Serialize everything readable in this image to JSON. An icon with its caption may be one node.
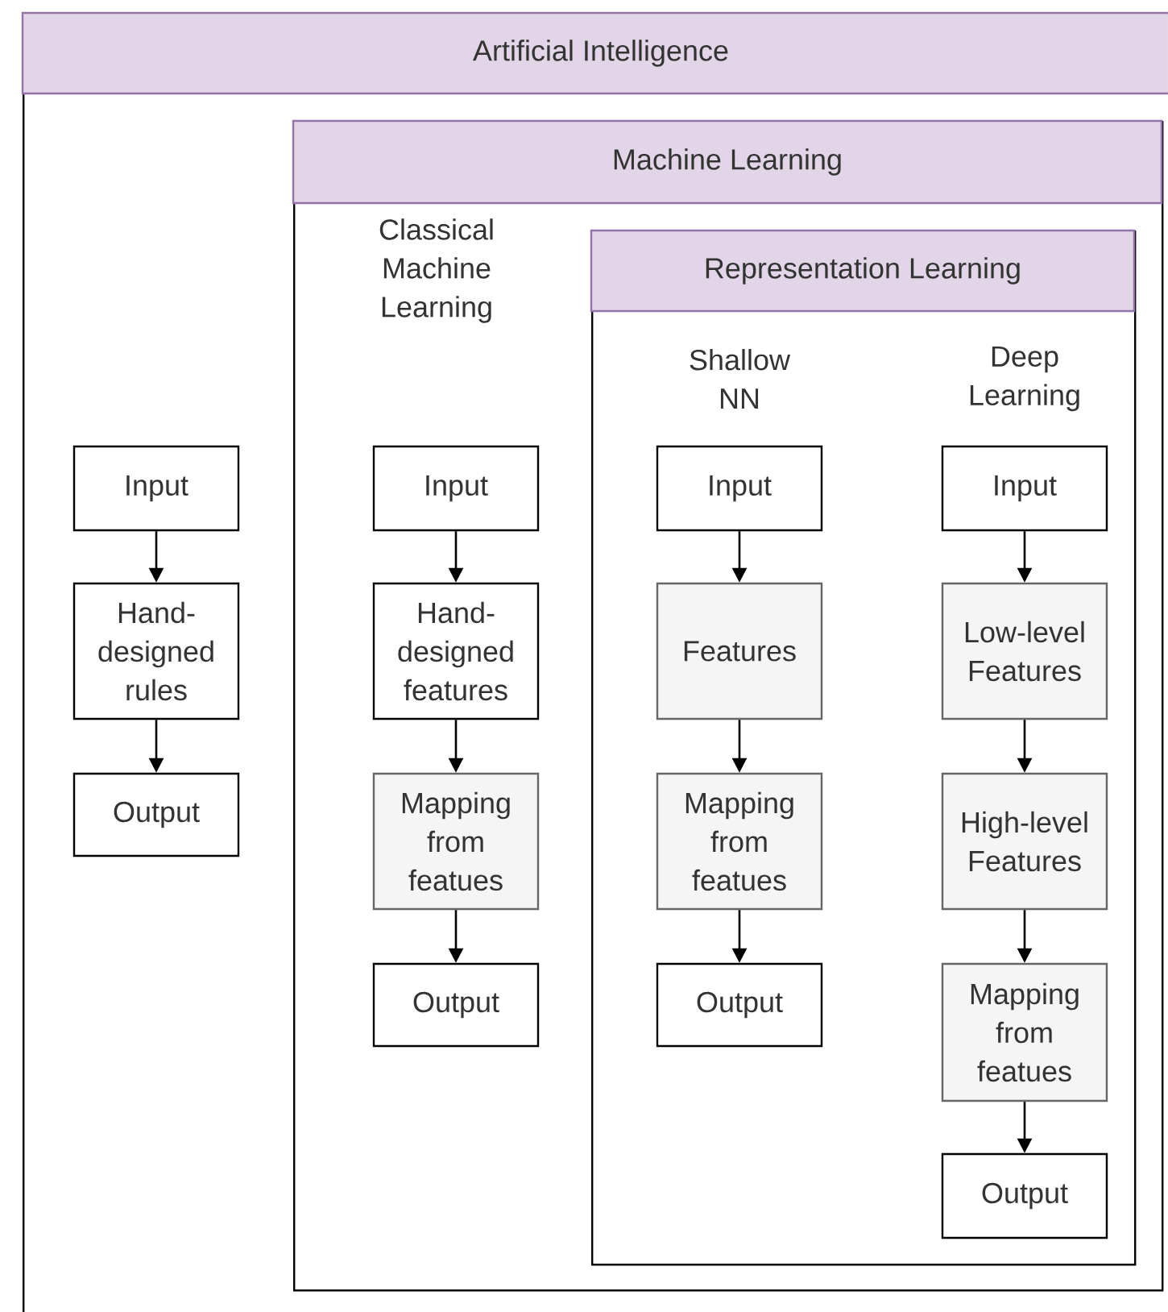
{
  "diagram": {
    "nodes": [
      {
        "text": [
          "Artificial Intelligence"
        ]
      },
      {
        "text": [
          "Machine Learning"
        ],
        "in": 0
      },
      {
        "text": [
          "Representation Learning"
        ],
        "in": 1
      },
      {
        "text": [
          "Input"
        ],
        "in": 0
      },
      {
        "text": [
          "Hand-designed rules"
        ],
        "in": 0
      },
      {
        "text": [
          "Output"
        ],
        "in": 0
      },
      {
        "text": [
          "Input"
        ],
        "in": 1
      },
      {
        "text": [
          "Hand-designed features"
        ],
        "in": 1
      },
      {
        "text": [
          "Mapping from featues"
        ],
        "in": 1
      },
      {
        "text": [
          "Output"
        ],
        "in": 1
      },
      {
        "text": [
          "Input"
        ],
        "in": 2
      },
      {
        "text": [
          "Features"
        ],
        "in": 2
      },
      {
        "text": [
          "Mapping from featues"
        ],
        "in": 2
      },
      {
        "text": [
          "Output"
        ],
        "in": 2
      },
      {
        "text": [
          "Input"
        ],
        "in": 2
      },
      {
        "text": [
          "Low-level Features"
        ],
        "in": 2
      },
      {
        "text": [
          "High-level Features"
        ],
        "in": 2
      },
      {
        "text": [
          "Mapping from featues"
        ],
        "in": 2
      },
      {
        "text": [
          "Output"
        ],
        "in": 2
      }
    ],
    "edges": [
      {
        "from": 3,
        "to": 4,
        "arrow": "to"
      },
      {
        "from": 4,
        "to": 5,
        "arrow": "to"
      },
      {
        "from": 6,
        "to": 7,
        "arrow": "to"
      },
      {
        "from": 7,
        "to": 8,
        "arrow": "to"
      },
      {
        "from": 8,
        "to": 9,
        "arrow": "to"
      },
      {
        "from": 10,
        "to": 11,
        "arrow": "to"
      },
      {
        "from": 11,
        "to": 12,
        "arrow": "to"
      },
      {
        "from": 12,
        "to": 13,
        "arrow": "to"
      },
      {
        "from": 14,
        "to": 15,
        "arrow": "to"
      },
      {
        "from": 15,
        "to": 16,
        "arrow": "to"
      },
      {
        "from": 16,
        "to": 17,
        "arrow": "to"
      },
      {
        "from": 17,
        "to": 18,
        "arrow": "to"
      }
    ],
    "labels": [
      "Classical Machine Learning",
      "Shallow NN",
      "Deep Learning"
    ]
  }
}
